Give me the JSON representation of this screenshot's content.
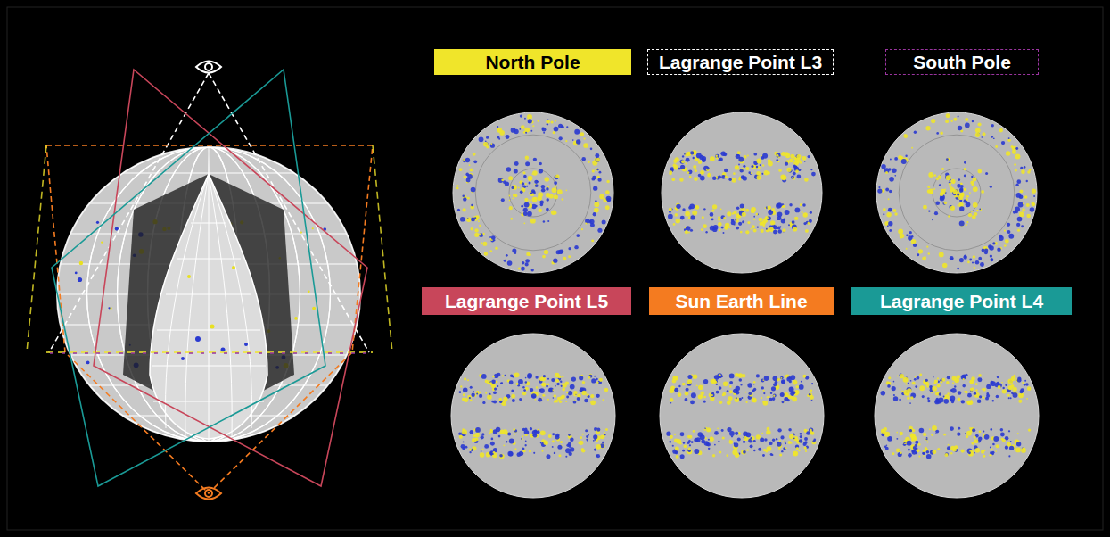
{
  "diagram": {
    "nodes": [
      {
        "text": [
          "North Pole"
        ]
      },
      {
        "text": [
          "Lagrange Point L3"
        ]
      },
      {
        "text": [
          "South Pole"
        ]
      },
      {
        "text": [
          "Lagrange Point L5"
        ]
      },
      {
        "text": [
          "Sun Earth Line"
        ]
      },
      {
        "text": [
          "Lagrange Point L4"
        ]
      }
    ]
  }
}
